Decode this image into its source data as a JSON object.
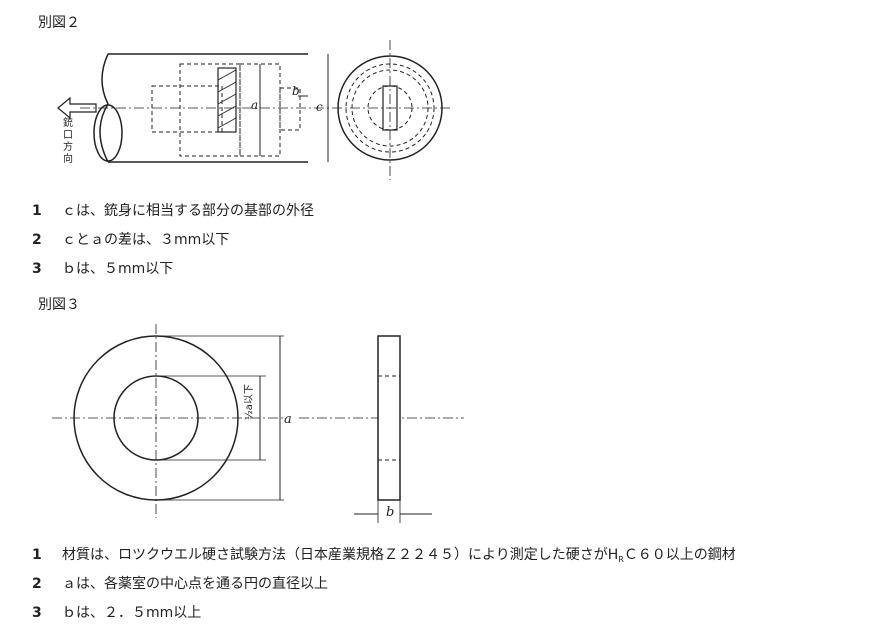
{
  "fig2": {
    "title": "別図２",
    "dim_a": "a",
    "dim_b": "b",
    "dim_c": "c",
    "side_label": [
      "銃",
      "口",
      "方",
      "向"
    ],
    "items": [
      {
        "num": "1",
        "text": "ｃは、銃身に相当する部分の基部の外径"
      },
      {
        "num": "2",
        "text": "ｃとａの差は、３mm以下"
      },
      {
        "num": "3",
        "text": "ｂは、５mm以下"
      }
    ]
  },
  "fig3": {
    "title": "別図３",
    "dim_a": "a",
    "dim_b": "b",
    "dim_half": "½a以下",
    "items": [
      {
        "num": "1",
        "text_pre": "材質は、ロツクウエル硬さ試験方法（日本産業規格Ｚ２２４５）により測定した硬さがH",
        "text_sub": "R",
        "text_post": "Ｃ６０以上の鋼材"
      },
      {
        "num": "2",
        "text": "ａは、各薬室の中心点を通る円の直径以上"
      },
      {
        "num": "3",
        "text": "ｂは、２．５mm以上"
      }
    ]
  }
}
